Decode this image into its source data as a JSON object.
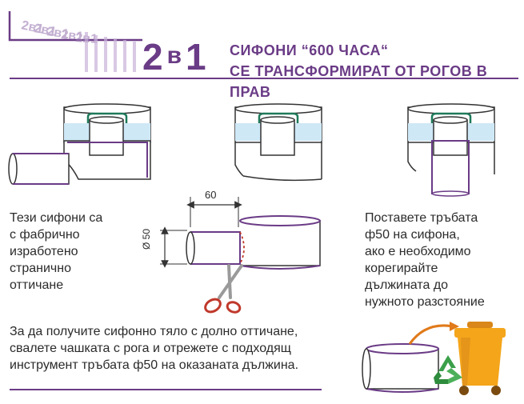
{
  "header": {
    "big_two": "2",
    "big_in": "в",
    "big_one": "1",
    "title_line1": "СИФОНИ “600 ЧАСА“",
    "title_line2": "СЕ ТРАНСФОРМИРАТ ОТ РОГОВ В ПРАВ"
  },
  "colors": {
    "accent_purple": "#6a3b86",
    "water_blue": "#cfe8f6",
    "seal_green": "#1f7a5a",
    "bin_orange": "#f4a51a",
    "recycle_green": "#3aa04a",
    "scissors_red": "#c0392b"
  },
  "left_text": {
    "line1": "Тези сифони са",
    "line2": "с фабрично",
    "line3": "изработено",
    "line4": "странично",
    "line5": "оттичане"
  },
  "right_text": {
    "line1": "Поставете тръбата",
    "line2": "ф50 на сифона,",
    "line3": "ако е необходимо",
    "line4": "корегирайте",
    "line5": "дължината до",
    "line6": "нужното разстояние"
  },
  "bottom_text": {
    "line1": "За да получите сифонно тяло с долно оттичане,",
    "line2": "свалете чашката с рога и отрежете с подходящ",
    "line3": "инструмент тръбата ф50 на оказаната дължина."
  },
  "dimensions": {
    "length_label": "60",
    "diameter_label": "Ø 50"
  },
  "icons": {
    "scissors": "scissors-icon",
    "bin": "trash-bin-icon",
    "recycle": "recycle-icon",
    "arrow": "curved-arrow-icon"
  }
}
